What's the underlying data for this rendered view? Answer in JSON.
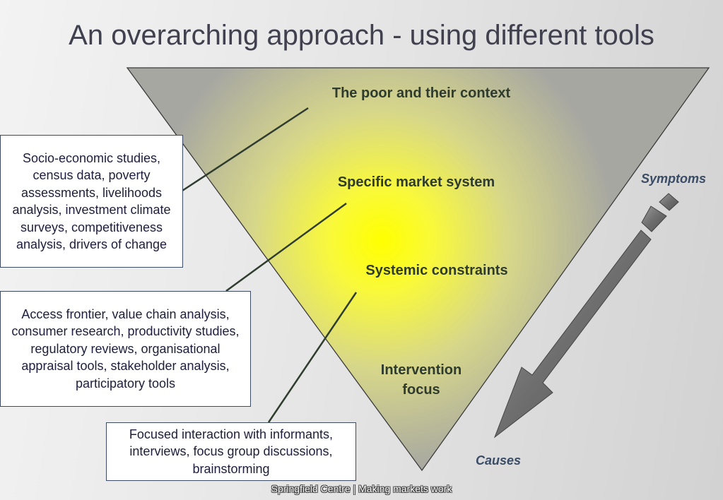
{
  "title": "An overarching approach - using different tools",
  "triangle": {
    "levels": [
      {
        "label": "The poor and their context"
      },
      {
        "label": "Specific market system"
      },
      {
        "label": "Systemic constraints"
      },
      {
        "label": "Intervention\nfocus"
      }
    ]
  },
  "tool_boxes": [
    {
      "text": "Socio-economic studies, census data, poverty assessments, livelihoods analysis, investment climate surveys, competitiveness analysis, drivers of change"
    },
    {
      "text": "Access frontier, value chain analysis, consumer research, productivity studies, regulatory reviews,  organisational appraisal tools, stakeholder analysis, participatory tools"
    },
    {
      "text": "Focused interaction with informants, interviews, focus group discussions, brainstorming"
    }
  ],
  "arrow": {
    "start_label": "Symptoms",
    "end_label": "Causes"
  },
  "footer": "Springfield Centre | Making markets work",
  "colors": {
    "title": "#41404f",
    "triangle_edge": "#a7a7a2",
    "triangle_glow": "#ffff00",
    "box_border": "#3d4a66",
    "arrow_label": "#3a4c66"
  }
}
